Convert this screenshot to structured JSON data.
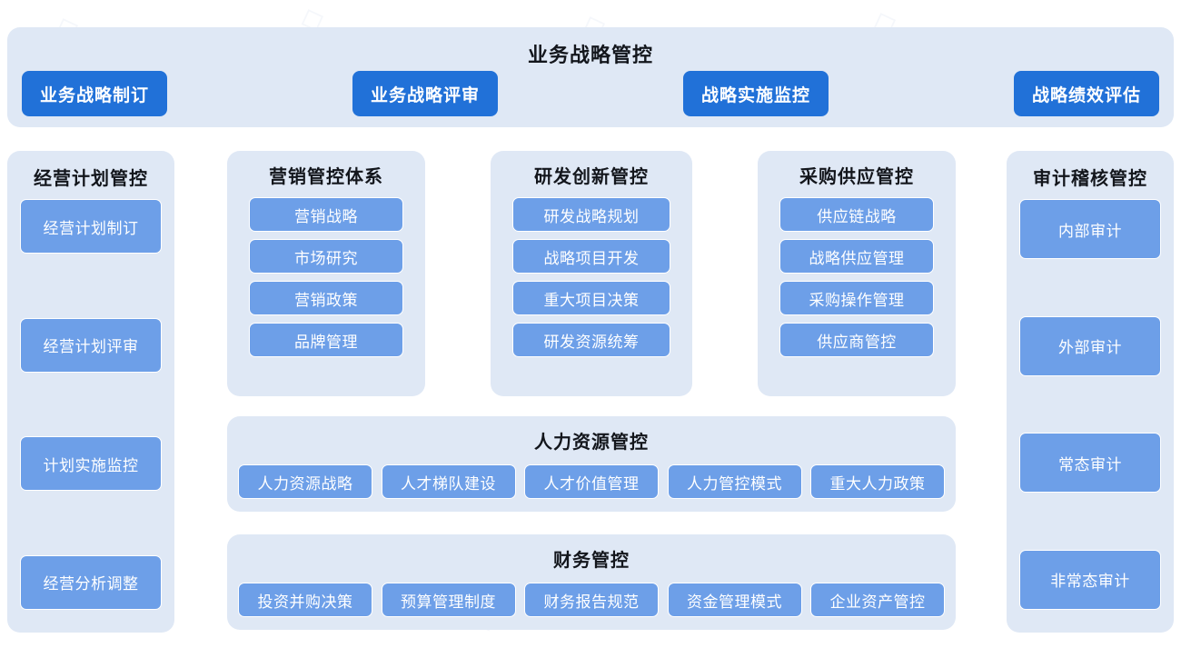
{
  "banner": {
    "title": "业务战略管控",
    "buttons": [
      {
        "label": "业务战略制订"
      },
      {
        "label": "业务战略评审"
      },
      {
        "label": "战略实施监控"
      },
      {
        "label": "战略绩效评估"
      }
    ]
  },
  "columns": {
    "plan": {
      "title": "经营计划管控",
      "items": [
        {
          "label": "经营计划制订"
        },
        {
          "label": "经营计划评审"
        },
        {
          "label": "计划实施监控"
        },
        {
          "label": "经营分析调整"
        }
      ]
    },
    "marketing": {
      "title": "营销管控体系",
      "items": [
        {
          "label": "营销战略"
        },
        {
          "label": "市场研究"
        },
        {
          "label": "营销政策"
        },
        {
          "label": "品牌管理"
        }
      ]
    },
    "rnd": {
      "title": "研发创新管控",
      "items": [
        {
          "label": "研发战略规划"
        },
        {
          "label": "战略项目开发"
        },
        {
          "label": "重大项目决策"
        },
        {
          "label": "研发资源统筹"
        }
      ]
    },
    "purchase": {
      "title": "采购供应管控",
      "items": [
        {
          "label": "供应链战略"
        },
        {
          "label": "战略供应管理"
        },
        {
          "label": "采购操作管理"
        },
        {
          "label": "供应商管控"
        }
      ]
    },
    "audit": {
      "title": "审计稽核管控",
      "items": [
        {
          "label": "内部审计"
        },
        {
          "label": "外部审计"
        },
        {
          "label": "常态审计"
        },
        {
          "label": "非常态审计"
        }
      ]
    }
  },
  "sections": {
    "hr": {
      "title": "人力资源管控",
      "items": [
        {
          "label": "人力资源战略"
        },
        {
          "label": "人才梯队建设"
        },
        {
          "label": "人才价值管理"
        },
        {
          "label": "人力管控模式"
        },
        {
          "label": "重大人力政策"
        }
      ]
    },
    "finance": {
      "title": "财务管控",
      "items": [
        {
          "label": "投资并购决策"
        },
        {
          "label": "预算管理制度"
        },
        {
          "label": "财务报告规范"
        },
        {
          "label": "资金管理模式"
        },
        {
          "label": "企业资产管控"
        }
      ]
    }
  },
  "colors": {
    "panel_background": "#dfe8f5",
    "primary_button": "#2171d8",
    "secondary_chip": "#6d9fe8",
    "page_background": "#ffffff",
    "title_text": "#13161c"
  }
}
